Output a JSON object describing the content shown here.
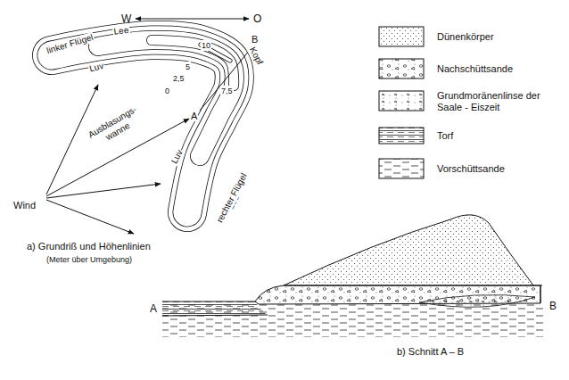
{
  "diagram": {
    "labels": [
      "W",
      "O",
      "linker Flügel",
      "Lee",
      "Kopf",
      "B",
      "10",
      "7,5",
      "5",
      "2,5",
      "0",
      "Luv",
      "A",
      "Ausblasungs- wanne",
      "Wind",
      "Luv",
      "Lee",
      "rechter Flügel",
      "a) Grundriß und Höhenlinien",
      "(Meter über Umgebung)",
      "A",
      "B",
      "b) Schnitt A – B"
    ],
    "legend": [
      {
        "text": "Dünenkörper"
      },
      {
        "text": "Nachschüttsande"
      },
      {
        "text": "Grundmoränenlinse der Saale - Eiszeit"
      },
      {
        "text": "Torf"
      },
      {
        "text": "Vorschüttsande"
      }
    ]
  }
}
